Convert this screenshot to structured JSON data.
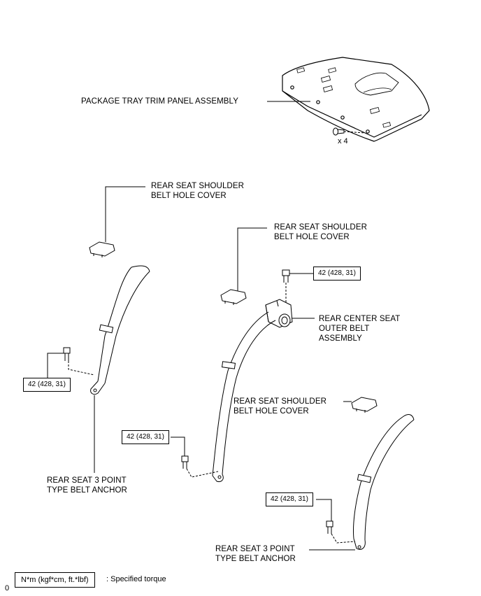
{
  "labels": {
    "package_tray": "PACKAGE TRAY TRIM PANEL ASSEMBLY",
    "clip_count": "x 4",
    "shoulder_cover_left": "REAR SEAT SHOULDER\nBELT HOLE COVER",
    "shoulder_cover_center": "REAR SEAT SHOULDER\nBELT HOLE COVER",
    "center_outer_belt": "REAR CENTER SEAT\nOUTER BELT\nASSEMBLY",
    "shoulder_cover_right": "REAR SEAT SHOULDER\nBELT HOLE COVER",
    "anchor_left": "REAR SEAT 3 POINT\nTYPE BELT ANCHOR",
    "anchor_right": "REAR SEAT 3 POINT\nTYPE BELT ANCHOR"
  },
  "torque": {
    "center_top": "42 (428, 31)",
    "left": "42 (428, 31)",
    "center_bottom": "42 (428, 31)",
    "right": "42 (428, 31)"
  },
  "legend": {
    "box_text": "N*m (kgf*cm, ft.*lbf)",
    "description": ": Specified torque",
    "corner_mark": "0"
  }
}
